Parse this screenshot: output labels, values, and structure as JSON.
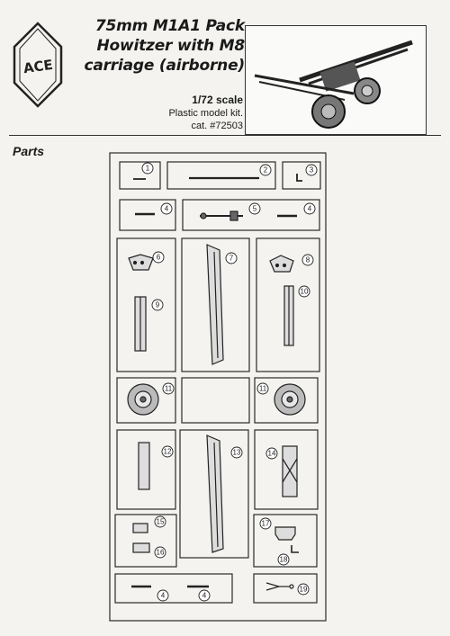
{
  "header": {
    "title_lines": [
      "75mm M1A1 Pack",
      "Howitzer with M8",
      "carriage (airborne)"
    ],
    "scale": "1/72 scale",
    "kit_type": "Plastic model kit.",
    "catalog": "cat. #72503",
    "logo_text": "ACE"
  },
  "section": {
    "label": "Parts"
  },
  "part_numbers": {
    "p1": "1",
    "p2": "2",
    "p3": "3",
    "p4": "4",
    "p5": "5",
    "p6": "6",
    "p7": "7",
    "p8": "8",
    "p9": "9",
    "p10": "10",
    "p11": "11",
    "p12": "12",
    "p13": "13",
    "p14": "14",
    "p15": "15",
    "p16": "16",
    "p17": "17",
    "p18": "18",
    "p19": "19"
  }
}
